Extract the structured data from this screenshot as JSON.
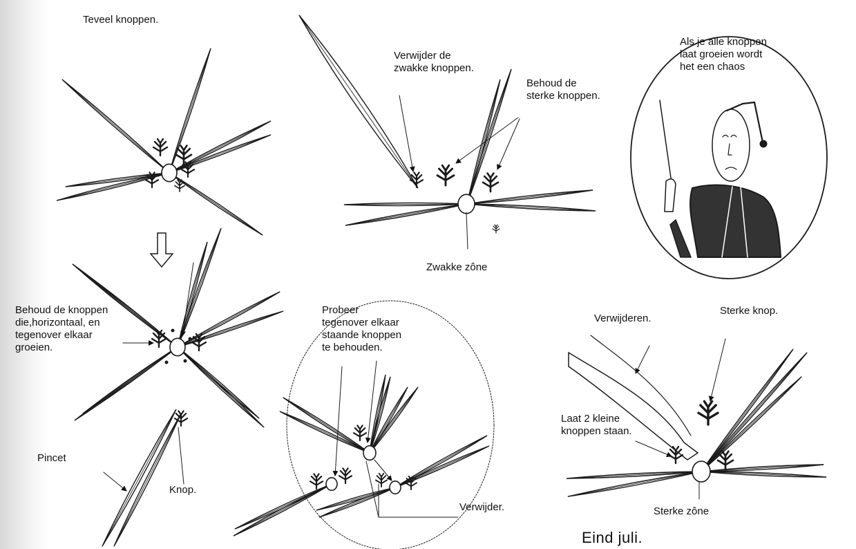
{
  "labels": {
    "teveel": "Teveel knoppen.",
    "verwijder_zwakke": "Verwijder de\nzwakke knoppen.",
    "behoud_sterke": "Behoud de\nsterke knoppen.",
    "chaos": "Als je alle knoppen\nlaat groeien wordt\nhet een chaos",
    "zwakke_zone": "Zwakke zône",
    "behoud_horizontaal": "Behoud de knoppen\ndie,horizontaal, en\ntegenover elkaar\ngroeien.",
    "probeer": "Probeer\ntegenover elkaar\nstaande knoppen\nte behouden.",
    "verwijderen": "Verwijderen.",
    "sterke_knop": "Sterke knop.",
    "laat_2": "Laat 2 kleine\nknoppen staan.",
    "pincet": "Pincet",
    "knop": "Knop.",
    "verwijder": "Verwijder.",
    "sterke_zone": "Sterke zône",
    "eind_juli": "Eind juli."
  }
}
